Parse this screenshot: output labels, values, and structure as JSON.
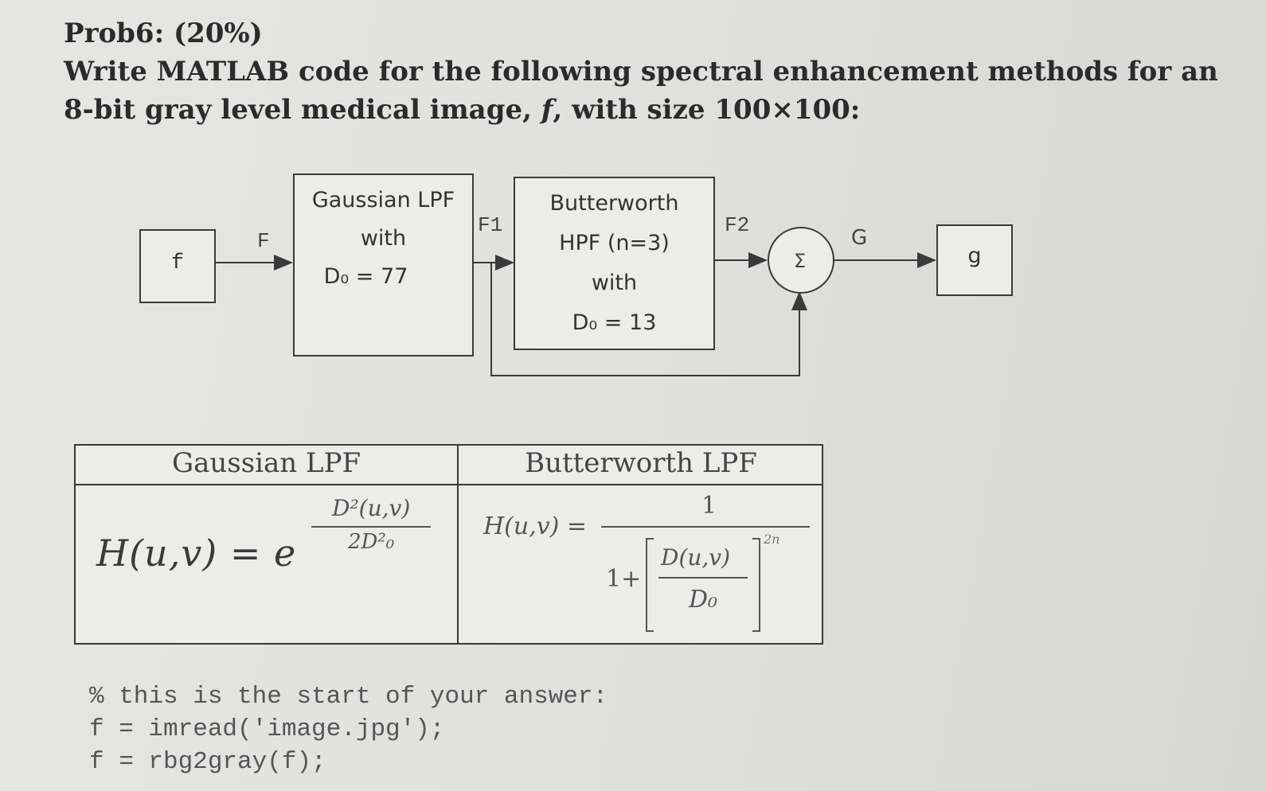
{
  "problem": {
    "title": "Prob6: (20%)",
    "question_part1": "Write MATLAB code for the following spectral enhancement methods for an 8-bit gray level medical image, ",
    "question_var": "f",
    "question_part2": ", with size 100×100:"
  },
  "diagram": {
    "input_label": "f",
    "signal_F": "F",
    "gaussian_box": {
      "line1": "Gaussian LPF",
      "line2": "with",
      "line3": "D₀ = 77"
    },
    "signal_F1": "F1",
    "butterworth_box": {
      "line1": "Butterworth",
      "line2": "HPF (n=3)",
      "line3": "with",
      "line4": "D₀ = 13"
    },
    "signal_F2": "F2",
    "sum_symbol": "Σ",
    "signal_G": "G",
    "output_label": "g"
  },
  "table": {
    "headers": [
      "Gaussian LPF",
      "Butterworth LPF"
    ],
    "gaussian_formula": {
      "lhs": "H(u,v) = e",
      "exp_numerator": "D²(u,v)",
      "exp_denominator": "2D²₀"
    },
    "butterworth_formula": {
      "lhs": "H(u,v) =",
      "numerator": "1",
      "denom_prefix": "1+",
      "inner_numerator": "D(u,v)",
      "inner_denominator": "D₀",
      "exponent": "2n"
    }
  },
  "code": {
    "lines": [
      "% this is the start of your answer:",
      "f = imread('image.jpg');",
      "f = rbg2gray(f);"
    ]
  }
}
